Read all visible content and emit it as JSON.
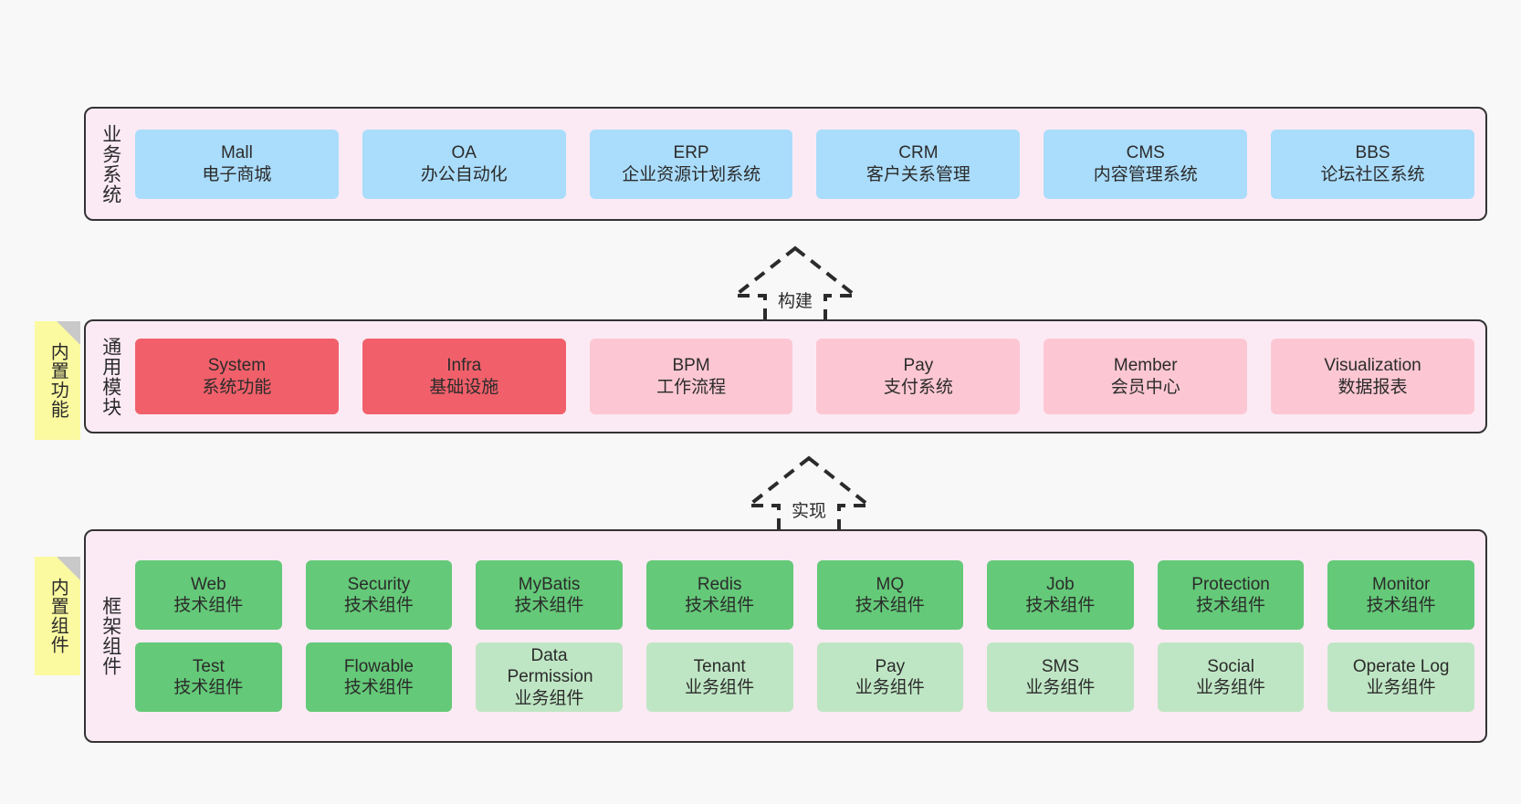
{
  "diagram": {
    "background_color": "#f8f8f8",
    "layer_fill": "#fbeaf4",
    "layer_border": "#333333"
  },
  "layers": [
    {
      "id": "business-systems",
      "title": "业务系统",
      "card_color": "#aadcfb",
      "cards": [
        {
          "title": "Mall",
          "subtitle": "电子商城"
        },
        {
          "title": "OA",
          "subtitle": "办公自动化"
        },
        {
          "title": "ERP",
          "subtitle": "企业资源计划系统"
        },
        {
          "title": "CRM",
          "subtitle": "客户关系管理"
        },
        {
          "title": "CMS",
          "subtitle": "内容管理系统"
        },
        {
          "title": "BBS",
          "subtitle": "论坛社区系统"
        }
      ]
    },
    {
      "id": "common-modules",
      "title": "通用模块",
      "note": "内置功能",
      "note_color": "#fcfaa0",
      "cards": [
        {
          "title": "System",
          "subtitle": "系统功能",
          "color": "#f1606a"
        },
        {
          "title": "Infra",
          "subtitle": "基础设施",
          "color": "#f1606a"
        },
        {
          "title": "BPM",
          "subtitle": "工作流程",
          "color": "#fcc7d3"
        },
        {
          "title": "Pay",
          "subtitle": "支付系统",
          "color": "#fcc7d3"
        },
        {
          "title": "Member",
          "subtitle": "会员中心",
          "color": "#fcc7d3"
        },
        {
          "title": "Visualization",
          "subtitle": "数据报表",
          "color": "#fcc7d3"
        }
      ]
    },
    {
      "id": "framework-components",
      "title": "框架组件",
      "note": "内置组件",
      "note_color": "#fcfaa0",
      "row1": [
        {
          "title": "Web",
          "subtitle": "技术组件",
          "color": "#64c978"
        },
        {
          "title": "Security",
          "subtitle": "技术组件",
          "color": "#64c978"
        },
        {
          "title": "MyBatis",
          "subtitle": "技术组件",
          "color": "#64c978"
        },
        {
          "title": "Redis",
          "subtitle": "技术组件",
          "color": "#64c978"
        },
        {
          "title": "MQ",
          "subtitle": "技术组件",
          "color": "#64c978"
        },
        {
          "title": "Job",
          "subtitle": "技术组件",
          "color": "#64c978"
        },
        {
          "title": "Protection",
          "subtitle": "技术组件",
          "color": "#64c978"
        },
        {
          "title": "Monitor",
          "subtitle": "技术组件",
          "color": "#64c978"
        }
      ],
      "row2": [
        {
          "title": "Test",
          "subtitle": "技术组件",
          "color": "#64c978"
        },
        {
          "title": "Flowable",
          "subtitle": "技术组件",
          "color": "#64c978"
        },
        {
          "title": "Data Permission",
          "subtitle": "业务组件",
          "color": "#bfe6c4"
        },
        {
          "title": "Tenant",
          "subtitle": "业务组件",
          "color": "#bfe6c4"
        },
        {
          "title": "Pay",
          "subtitle": "业务组件",
          "color": "#bfe6c4"
        },
        {
          "title": "SMS",
          "subtitle": "业务组件",
          "color": "#bfe6c4"
        },
        {
          "title": "Social",
          "subtitle": "业务组件",
          "color": "#bfe6c4"
        },
        {
          "title": "Operate Log",
          "subtitle": "业务组件",
          "color": "#bfe6c4"
        }
      ]
    }
  ],
  "connectors": [
    {
      "id": "build",
      "label": "构建",
      "style": "dashed-hollow-arrow-up"
    },
    {
      "id": "implement",
      "label": "实现",
      "style": "dashed-hollow-arrow-up"
    }
  ]
}
